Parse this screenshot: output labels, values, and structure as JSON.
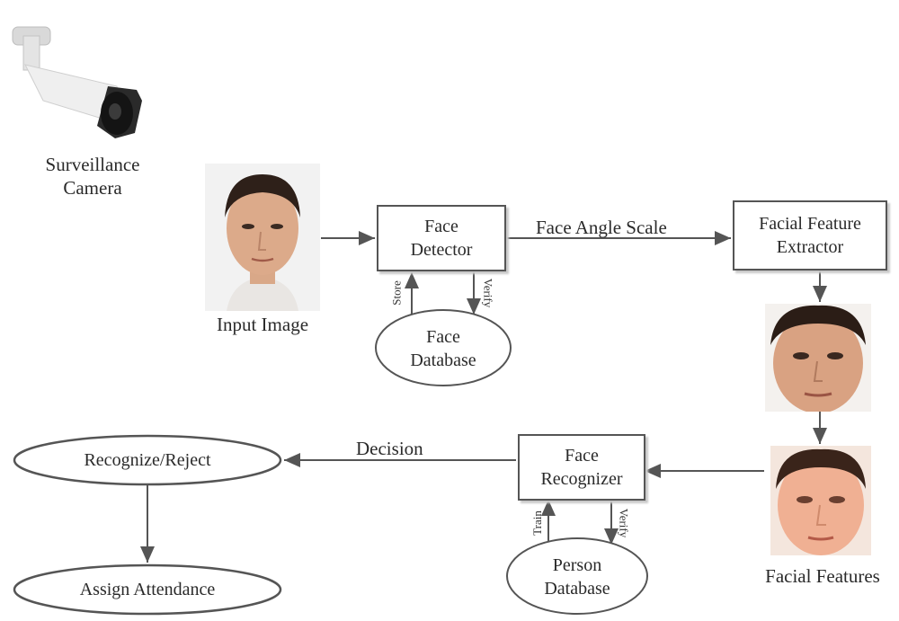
{
  "camera": {
    "label_line1": "Surveillance",
    "label_line2": "Camera"
  },
  "input_image": {
    "label": "Input Image"
  },
  "face_detector": {
    "line1": "Face",
    "line2": "Detector"
  },
  "face_database": {
    "line1": "Face",
    "line2": "Database"
  },
  "face_db_links": {
    "up": "Store",
    "down": "Verify"
  },
  "edge_face_angle_scale": "Face Angle Scale",
  "feature_extractor": {
    "line1": "Facial Feature",
    "line2": "Extractor"
  },
  "facial_features": {
    "label": "Facial Features"
  },
  "face_recognizer": {
    "line1": "Face",
    "line2": "Recognizer"
  },
  "person_database": {
    "line1": "Person",
    "line2": "Database"
  },
  "person_db_links": {
    "up": "Train",
    "down": "Verify"
  },
  "edge_decision": "Decision",
  "recognize_reject": "Recognize/Reject",
  "assign_attendance": "Assign Attendance",
  "colors": {
    "line": "#555555",
    "skin": "#e6b898",
    "hair": "#3a2a20"
  }
}
